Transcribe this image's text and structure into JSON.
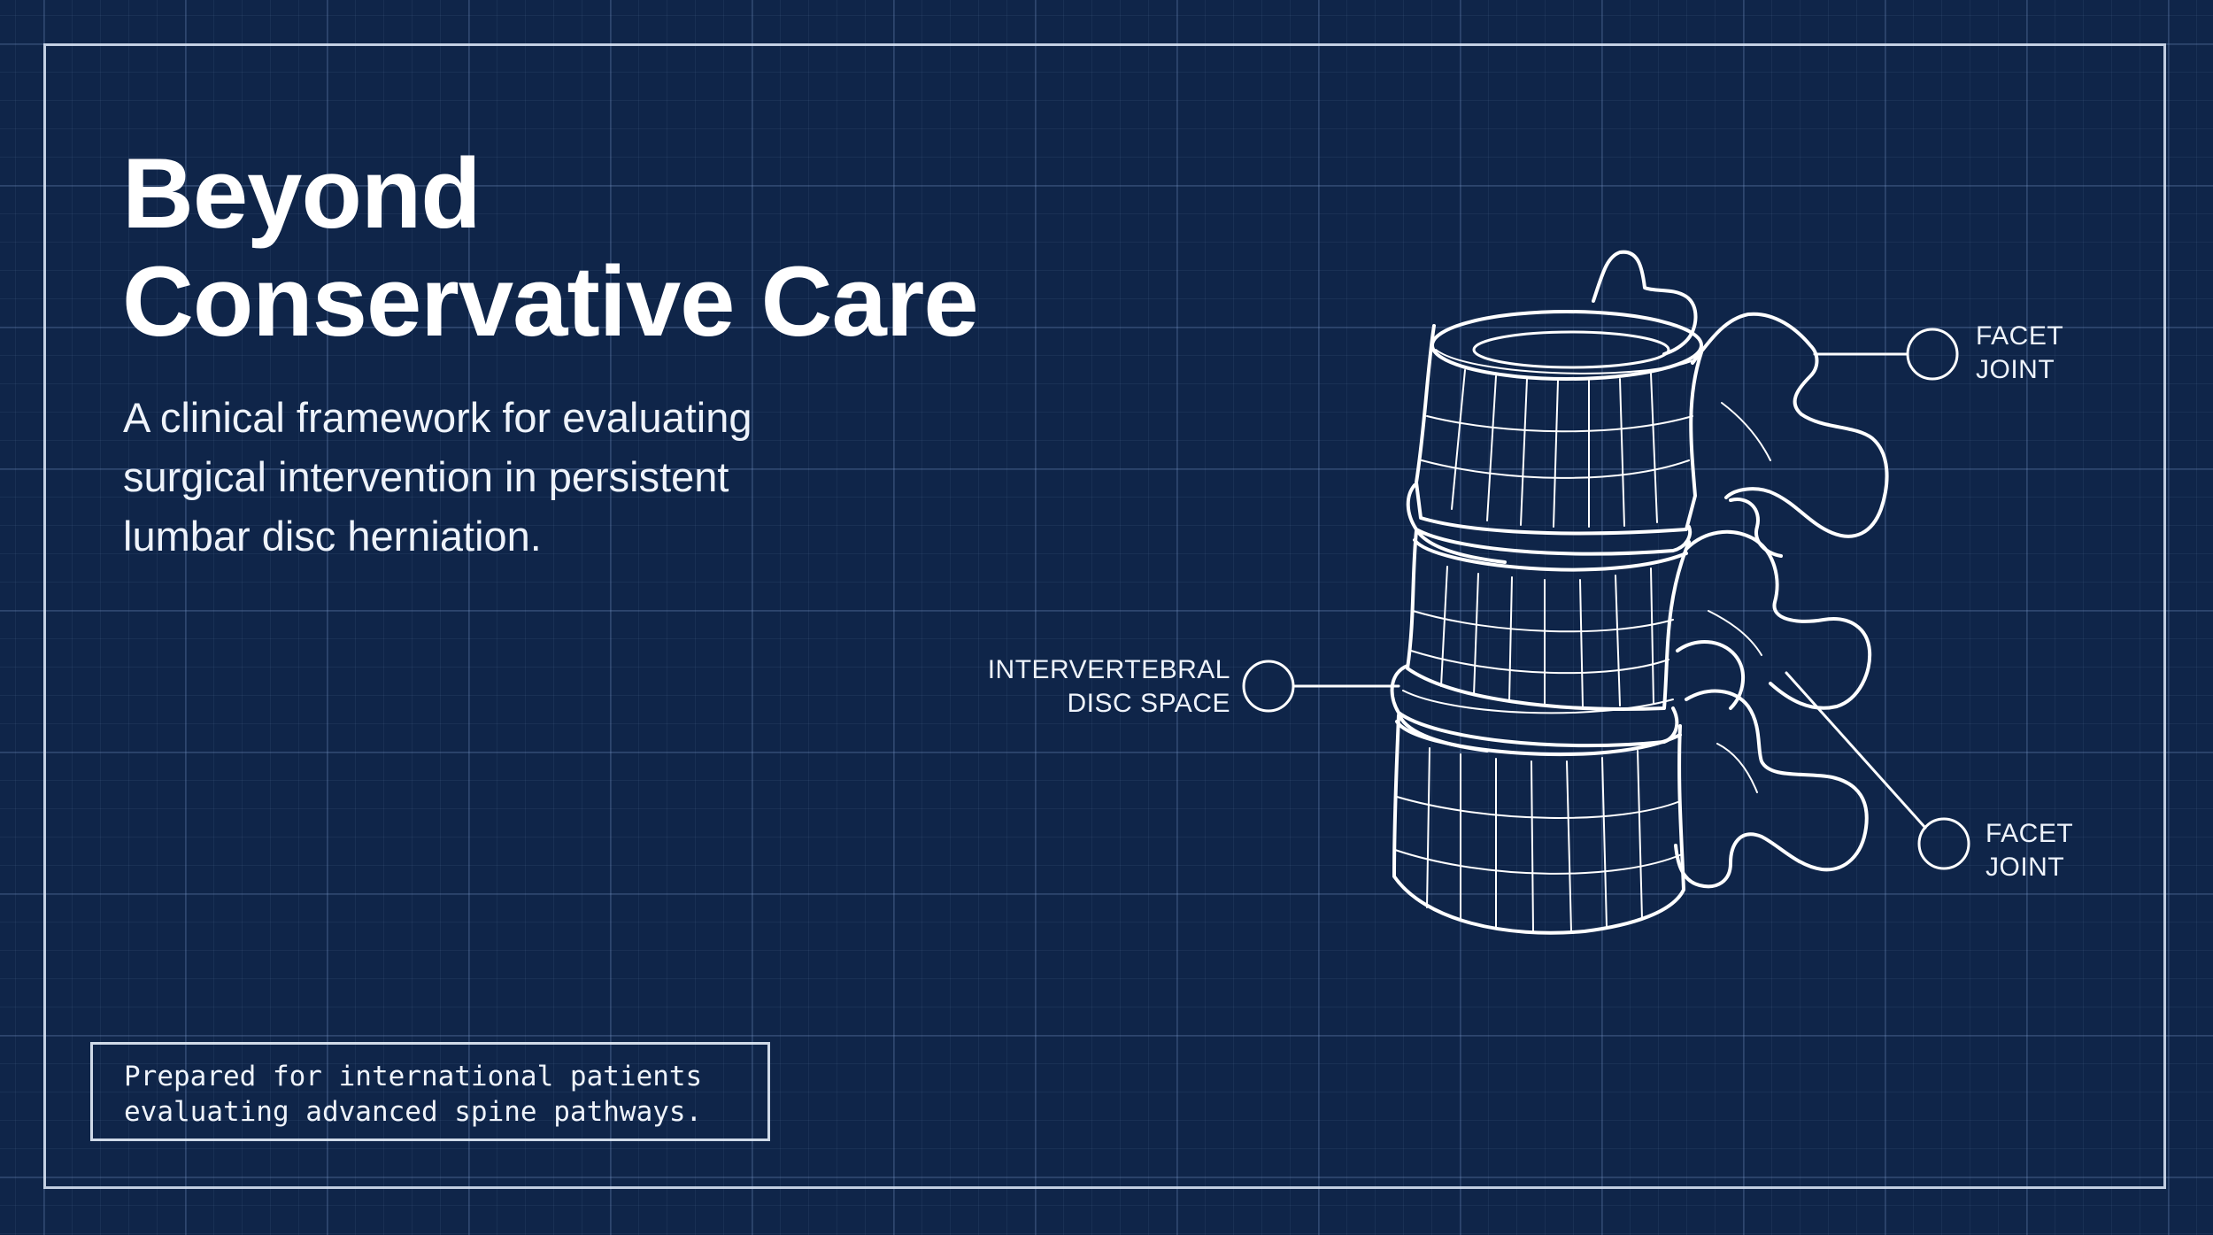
{
  "slide": {
    "title_line1": "Beyond",
    "title_line2": "Conservative Care",
    "subtitle_line1": "A clinical framework for evaluating",
    "subtitle_line2": "surgical intervention in persistent",
    "subtitle_line3": "lumbar disc herniation.",
    "note_line1": "Prepared for international patients",
    "note_line2": "evaluating advanced spine pathways."
  },
  "diagram": {
    "callouts": {
      "facet_upper": [
        "FACET",
        "JOINT"
      ],
      "disc_space": [
        "INTERVERTEBRAL",
        "DISC SPACE"
      ],
      "facet_lower": [
        "FACET",
        "JOINT"
      ]
    }
  },
  "colors": {
    "background": "#0f2549",
    "line": "#ffffff",
    "grid": "#7896c8"
  }
}
